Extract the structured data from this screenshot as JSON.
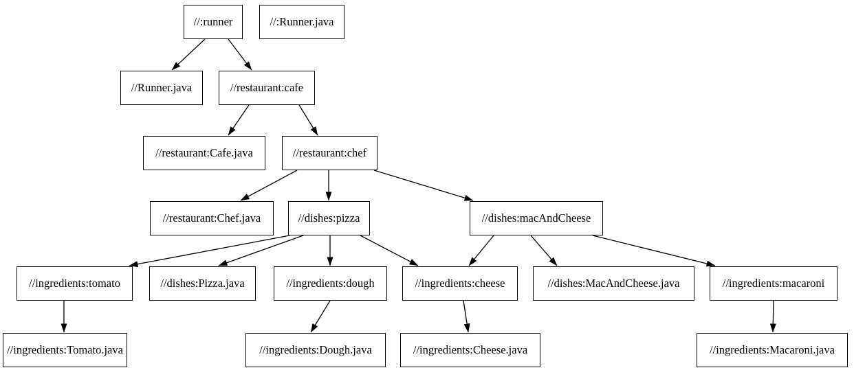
{
  "graph": {
    "background_color": "#ffffff",
    "stroke_color": "#000000",
    "text_color": "#000000",
    "nodes": [
      {
        "id": "runner",
        "label": "//:runner"
      },
      {
        "id": "runner-java-target",
        "label": "//:Runner.java"
      },
      {
        "id": "runner-java",
        "label": "//Runner.java"
      },
      {
        "id": "cafe",
        "label": "//restaurant:cafe"
      },
      {
        "id": "cafe-java",
        "label": "//restaurant:Cafe.java"
      },
      {
        "id": "chef",
        "label": "//restaurant:chef"
      },
      {
        "id": "chef-java",
        "label": "//restaurant:Chef.java"
      },
      {
        "id": "pizza",
        "label": "//dishes:pizza"
      },
      {
        "id": "mac-and-cheese",
        "label": "//dishes:macAndCheese"
      },
      {
        "id": "tomato",
        "label": "//ingredients:tomato"
      },
      {
        "id": "pizza-java",
        "label": "//dishes:Pizza.java"
      },
      {
        "id": "dough",
        "label": "//ingredients:dough"
      },
      {
        "id": "cheese",
        "label": "//ingredients:cheese"
      },
      {
        "id": "mac-and-cheese-java",
        "label": "//dishes:MacAndCheese.java"
      },
      {
        "id": "macaroni",
        "label": "//ingredients:macaroni"
      },
      {
        "id": "tomato-java",
        "label": "//ingredients:Tomato.java"
      },
      {
        "id": "dough-java",
        "label": "//ingredients:Dough.java"
      },
      {
        "id": "cheese-java",
        "label": "//ingredients:Cheese.java"
      },
      {
        "id": "macaroni-java",
        "label": "//ingredients:Macaroni.java"
      }
    ],
    "edges": [
      {
        "from": "runner",
        "to": "runner-java"
      },
      {
        "from": "runner",
        "to": "cafe"
      },
      {
        "from": "cafe",
        "to": "cafe-java"
      },
      {
        "from": "cafe",
        "to": "chef"
      },
      {
        "from": "chef",
        "to": "chef-java"
      },
      {
        "from": "chef",
        "to": "pizza"
      },
      {
        "from": "chef",
        "to": "mac-and-cheese"
      },
      {
        "from": "pizza",
        "to": "tomato"
      },
      {
        "from": "pizza",
        "to": "pizza-java"
      },
      {
        "from": "pizza",
        "to": "dough"
      },
      {
        "from": "pizza",
        "to": "cheese"
      },
      {
        "from": "mac-and-cheese",
        "to": "cheese"
      },
      {
        "from": "mac-and-cheese",
        "to": "mac-and-cheese-java"
      },
      {
        "from": "mac-and-cheese",
        "to": "macaroni"
      },
      {
        "from": "tomato",
        "to": "tomato-java"
      },
      {
        "from": "dough",
        "to": "dough-java"
      },
      {
        "from": "cheese",
        "to": "cheese-java"
      },
      {
        "from": "macaroni",
        "to": "macaroni-java"
      }
    ]
  }
}
